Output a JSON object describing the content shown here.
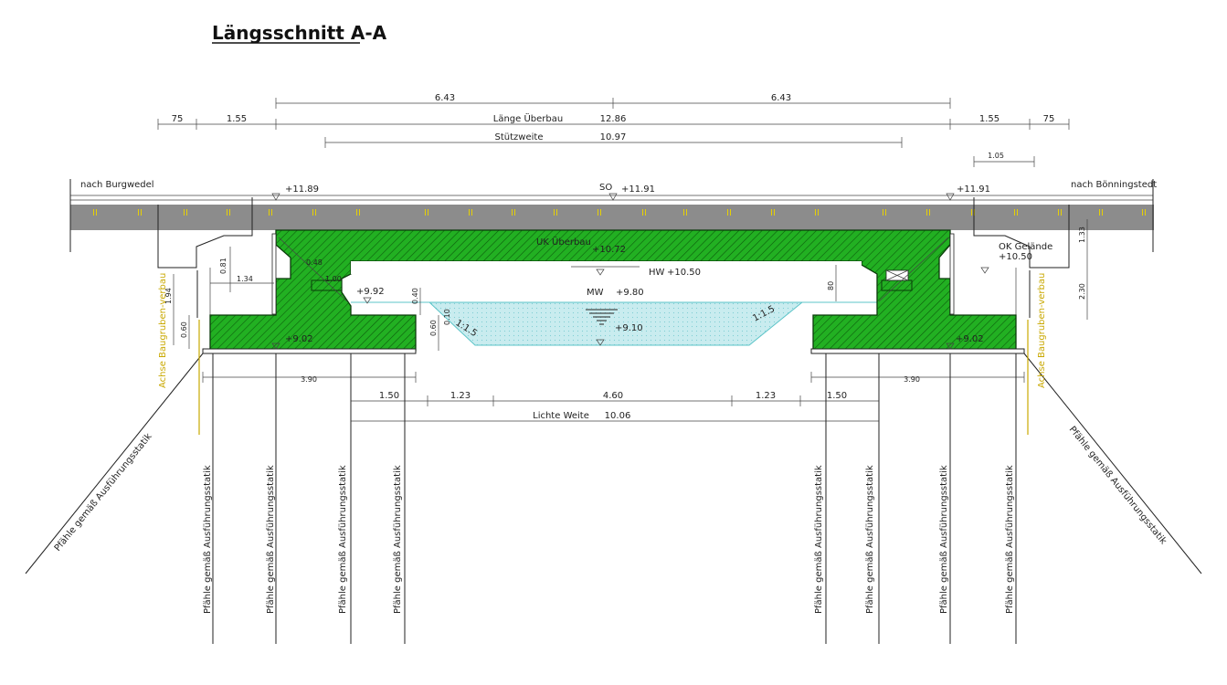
{
  "title": "Längsschnitt A-A",
  "road": {
    "left_label": "nach Burgwedel",
    "right_label": "nach Bönningstedt",
    "road_color": "#8c8c8c",
    "marking_color": "#e8d200",
    "marking_text": "II"
  },
  "colors": {
    "concrete": "#22b022",
    "water": "#c9ecef",
    "water_edge": "#5cc4c8",
    "axis": "#c9a800"
  },
  "dimensions": {
    "half_left": "6.43",
    "half_right": "6.43",
    "left_75": "75",
    "left_155": "1.55",
    "laenge_label": "Länge Überbau",
    "laenge_value": "12.86",
    "right_155": "1.55",
    "right_75": "75",
    "stuetz_label": "Stützweite",
    "stuetz_value": "10.97",
    "right_105": "1.05",
    "lichte_label": "Lichte Weite",
    "lichte_value": "10.06",
    "b_150_left": "1.50",
    "b_123_left": "1.23",
    "b_460": "4.60",
    "b_123_right": "1.23",
    "b_150_right": "1.50",
    "found_left": "3.90",
    "found_right": "3.90",
    "v_081": "0.81",
    "h_134": "1.34",
    "v_194": "1.94",
    "v_060": "0.60",
    "v_048": "0.48",
    "h_100": "1.00",
    "v_040": "0.40",
    "v_010": "0.10",
    "v_060b": "0.60",
    "v_80": "80",
    "v_133": "1.33",
    "v_230": "2.30"
  },
  "levels": {
    "left_top": "+11.89",
    "so_label": "SO",
    "so_value": "+11.91",
    "right_top": "+11.91",
    "uk_label": "UK Überbau",
    "uk_value": "+10.72",
    "hw_label": "HW",
    "hw_value": "+10.50",
    "mw_label": "MW",
    "mw_value": "+9.80",
    "bed_value": "+9.10",
    "ledge_value": "+9.92",
    "found_left_value": "+9.02",
    "found_right_value": "+9.02",
    "ok_label": "OK Gelände",
    "ok_value": "+10.50",
    "slope_left": "1:1.5",
    "slope_right": "1:1.5"
  },
  "axis_label": "Achse Baugruben-verbau",
  "pile_label": "Pfähle gemäß Ausführungsstatik"
}
